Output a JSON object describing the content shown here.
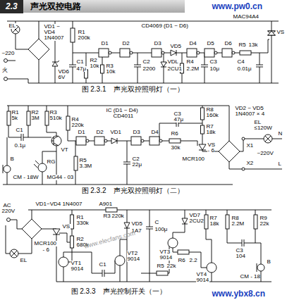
{
  "diagram": {
    "nodes": [
      {
        "text": [
          "2.3",
          "声光双控电路"
        ]
      }
    ],
    "labels": [
      "EL",
      "VD1 ~",
      "VD4",
      "1N4007",
      "R1",
      "200k",
      "~220",
      "火",
      "VD6",
      "6V",
      "C1",
      "47μ",
      "R2",
      "10k",
      "R3",
      "10k",
      "D1",
      "D2",
      "D3",
      "VD5",
      "D4",
      "D5",
      "D6",
      "CD4069 (D1 ~ D6)",
      "MAC94A4",
      "VS",
      "C2",
      "2200",
      "VDL",
      "2CU1",
      "R4",
      "2.2M",
      "C3",
      "10μ",
      "R5",
      "13k",
      "C4",
      "0.01μ",
      "图 2.3.1　声光双控照明灯（一）",
      "R1",
      "5k",
      "R2",
      "3M",
      "R3",
      "510k",
      "R4",
      "220k",
      "IC (D1 ~ D4)",
      "CD4011",
      "C3",
      "47μ",
      "R8",
      "160k",
      "VD2 ~ VD5",
      "1N4007 × 4",
      "C1",
      "0.1μ",
      "VT",
      "D1",
      "D2",
      "VD1",
      "D3",
      "D4",
      "R7",
      "18k",
      "VS",
      "MCR100",
      "- 6",
      "X1",
      "EL",
      "≤120W",
      "N",
      "~220V",
      "L",
      "X2",
      "R5",
      "3.3M",
      "C2",
      "22μ",
      "R6",
      "30k",
      "RG",
      "MG44 - 03",
      "B",
      "CM - 18W",
      "图 2.3.2　声光双控照明灯（二）",
      "AC",
      "220V",
      "VD1~VD4 1N4007",
      "A901",
      "R1",
      "330k",
      "R3",
      "220k",
      "VS",
      "MCR100",
      "- 6",
      "VD5",
      "1A7",
      "R2",
      "680k",
      "C",
      "100μ",
      "VT1",
      "9014",
      "C1",
      "VT2",
      "9014",
      "R5",
      "22k",
      "VD7",
      "2CU2",
      "VT3",
      "9014",
      "R6",
      "2.2",
      "R7",
      "18k",
      "R8",
      "2.2M",
      "R9",
      "22k",
      "C3",
      "104",
      "VT4",
      "9014",
      "B",
      "CM - 18",
      "EL",
      "图 2.3.3　声光控制开关（一）",
      "www.pw0.cn",
      "www.elecfans.com",
      "www.ybx8.cn"
    ]
  }
}
